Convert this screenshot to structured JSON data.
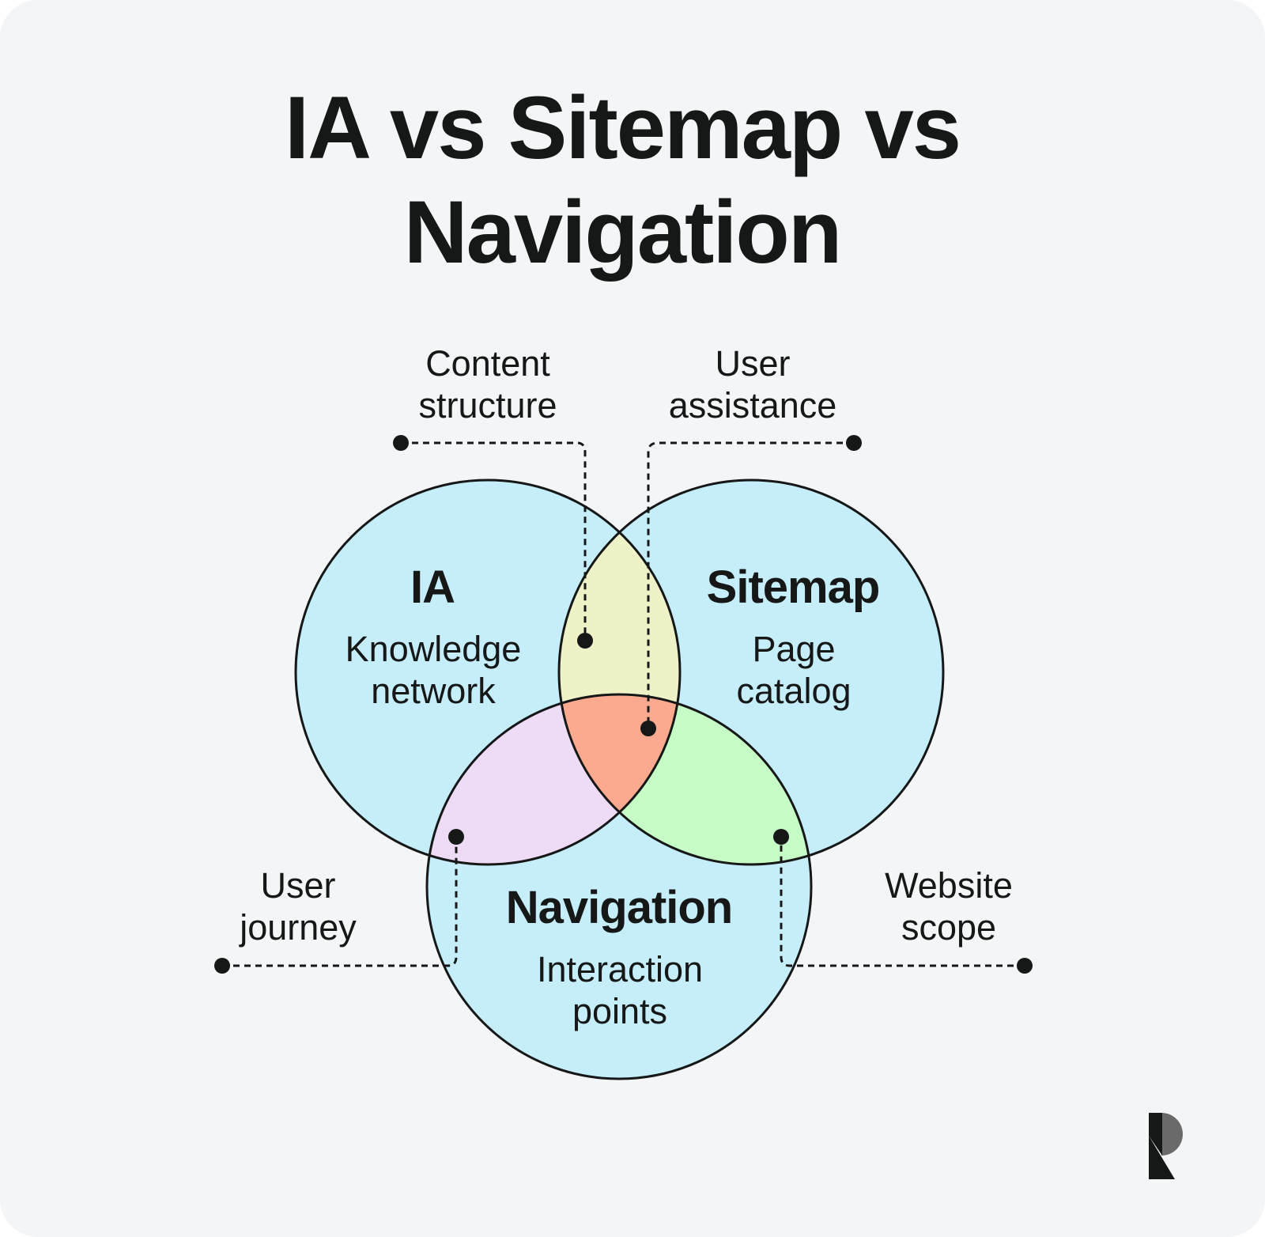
{
  "title": {
    "line1": "IA vs Sitemap vs",
    "line2": "Navigation"
  },
  "circles": {
    "ia": {
      "heading": "IA",
      "line1": "Knowledge",
      "line2": "network"
    },
    "sitemap": {
      "heading": "Sitemap",
      "line1": "Page",
      "line2": "catalog"
    },
    "navigation": {
      "heading": "Navigation",
      "line1": "Interaction",
      "line2": "points"
    }
  },
  "callouts": {
    "content_structure": {
      "line1": "Content",
      "line2": "structure"
    },
    "user_assistance": {
      "line1": "User",
      "line2": "assistance"
    },
    "user_journey": {
      "line1": "User",
      "line2": "journey"
    },
    "website_scope": {
      "line1": "Website",
      "line2": "scope"
    }
  },
  "colors": {
    "background": "#f4f5f7",
    "circle": "#c6eefa",
    "ia_sitemap": "#eff2c6",
    "ia_navigation": "#eedcf6",
    "sitemap_navigation": "#c6fcc6",
    "center": "#fba98f",
    "ink": "#161818"
  },
  "logo": {
    "icon": "r-logo-icon"
  }
}
